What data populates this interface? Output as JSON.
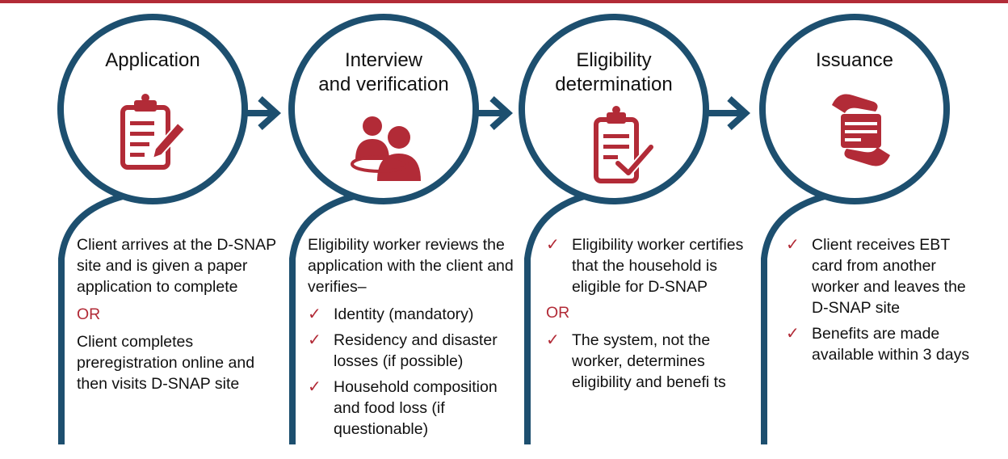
{
  "colors": {
    "accent": "#b22b37",
    "ring": "#1d4f6f",
    "text": "#111111"
  },
  "icons": [
    "clipboard-pencil-icon",
    "two-people-table-icon",
    "clipboard-checkmark-icon",
    "hand-card-icon"
  ],
  "stages": [
    {
      "title": "Application",
      "intro": "Client arrives at the D-SNAP site and is given a paper application to complete",
      "or_label": "OR",
      "after": "Client completes preregistration online and then visits D-SNAP site"
    },
    {
      "title": "Interview\nand verification",
      "intro": "Eligibility worker reviews the application with the client and verifies–",
      "checks": [
        "Identity (mandatory)",
        "Residency and disaster losses (if possible)",
        "Household composition and food loss (if questionable)"
      ]
    },
    {
      "title": "Eligibility\ndetermination",
      "checks_a": [
        "Eligibility worker certifies that the household is eligible for D-SNAP"
      ],
      "or_label": "OR",
      "checks_b": [
        "The system, not the worker, determines eligibility and benefi ts"
      ]
    },
    {
      "title": "Issuance",
      "checks": [
        "Client receives EBT card from another worker and leaves the D-SNAP site",
        "Benefits are made available within 3 days"
      ]
    }
  ]
}
